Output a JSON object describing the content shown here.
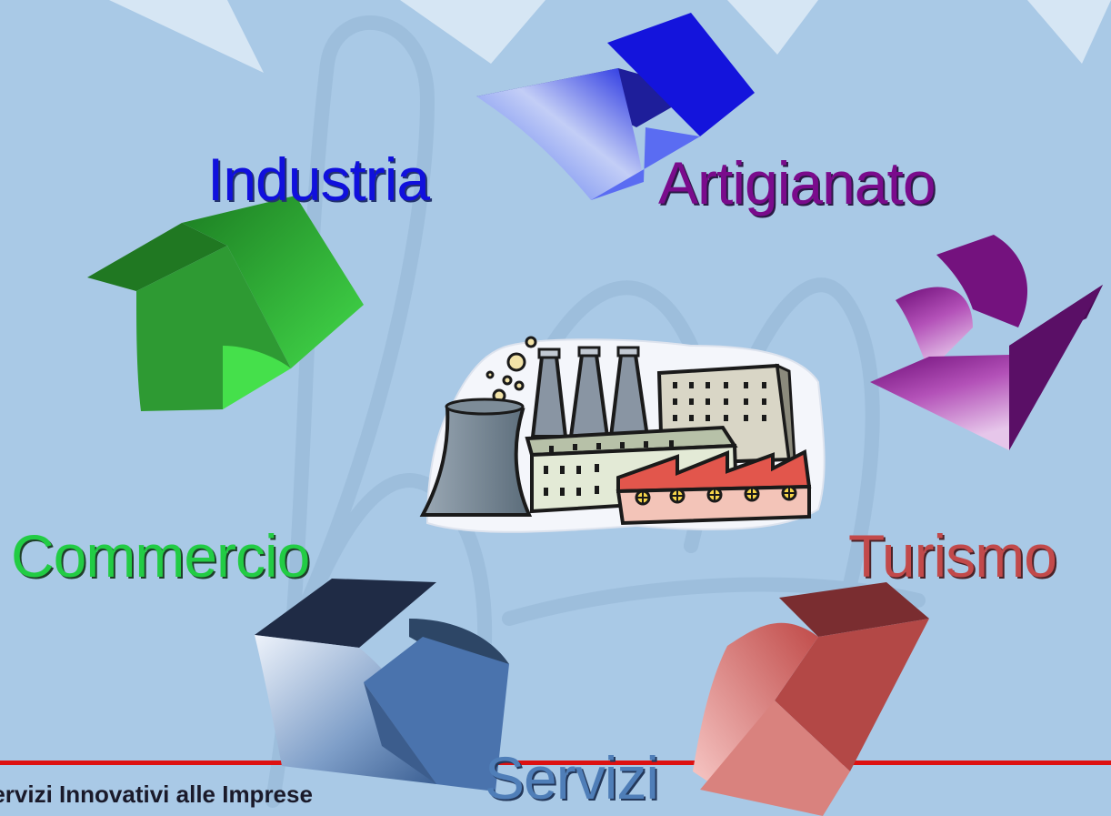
{
  "labels": {
    "industria": "Industria",
    "artigianato": "Artigianato",
    "commercio": "Commercio",
    "turismo": "Turismo",
    "servizi": "Servizi"
  },
  "footer": {
    "text": "Servizi Innovativi alle Imprese"
  },
  "colors": {
    "background": "#a9c9e6",
    "footer_line": "#dd1111",
    "industria": "#1010dd",
    "artigianato": "#7a0b8c",
    "commercio": "#22cc44",
    "turismo": "#c2494a",
    "servizi": "#4f7eb8"
  },
  "icons": [
    "factory-clipart-icon",
    "cycle-arrow-icon"
  ]
}
